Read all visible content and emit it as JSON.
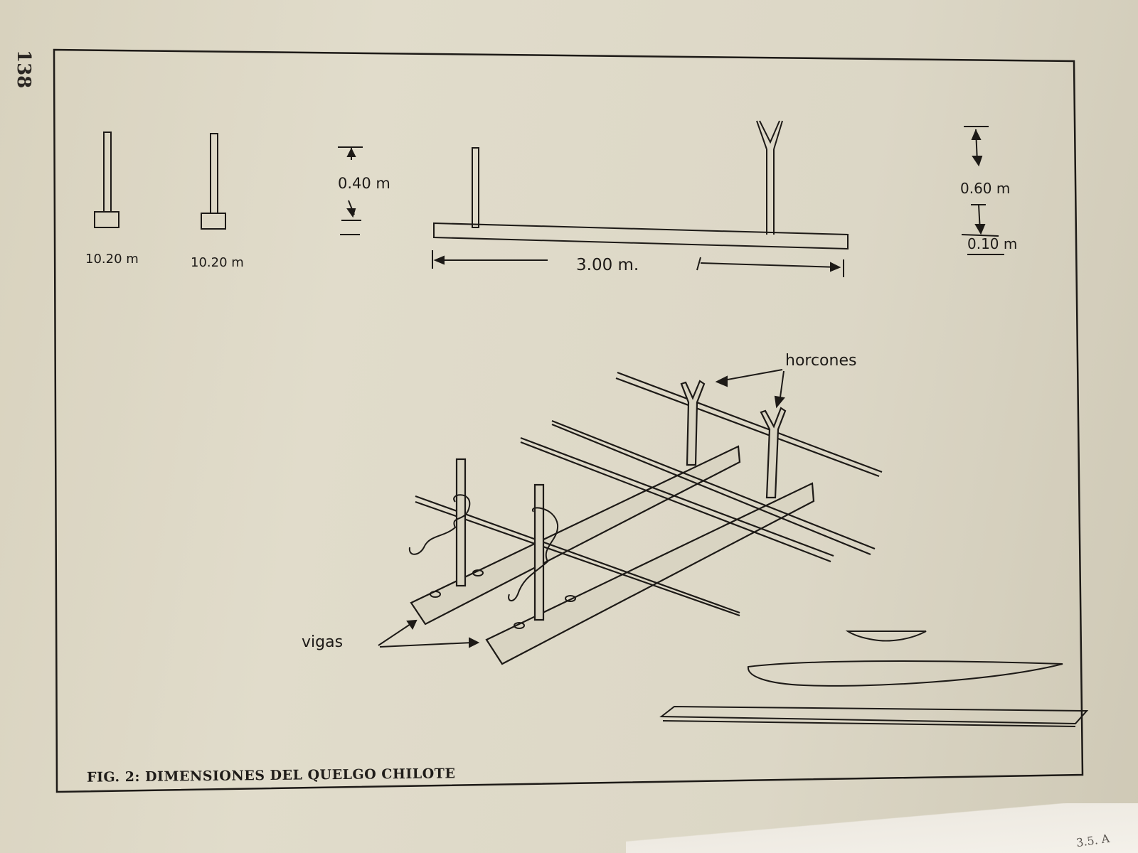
{
  "page_number": "138",
  "labels": {
    "stake1": "10.20 m",
    "stake2": "10.20 m",
    "stake_height": "0.40 m",
    "beam_length": "3.00 m.",
    "fork_height": "0.60 m",
    "beam_thickness": "0.10 m",
    "horcones": "horcones",
    "vigas": "vigas"
  },
  "caption": "FIG. 2: DIMENSIONES DEL QUELGO CHILOTE",
  "corner_text": "3.5. A"
}
